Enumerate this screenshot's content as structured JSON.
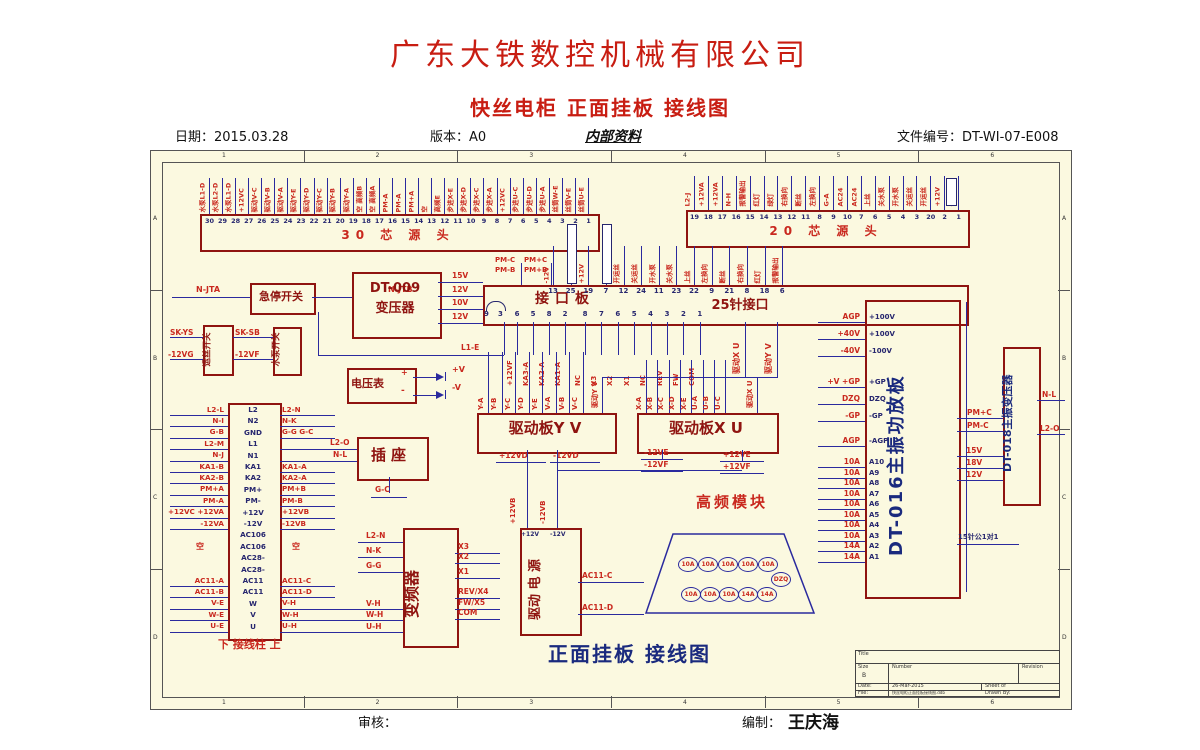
{
  "header": {
    "company": "广东大铁数控机械有限公司",
    "subtitle_strong": "快丝",
    "subtitle_rest": "电柜 正面挂板 接线图",
    "date": "日期：2015.03.28",
    "version": "版本：A0",
    "internal": "内部资料",
    "doc_no": "文件编号：DT-WI-07-E008"
  },
  "frame": {
    "top_zones": [
      "1",
      "2",
      "3",
      "4",
      "5",
      "6"
    ],
    "bottom_zones": [
      "1",
      "2",
      "3",
      "4",
      "5",
      "6"
    ],
    "side_zones": [
      "A",
      "B",
      "C",
      "D"
    ]
  },
  "conn30": {
    "title": "30 芯 源 头",
    "pins": [
      [
        "30",
        "水泵L1-D"
      ],
      [
        "29",
        "水泵L2-D"
      ],
      [
        "28",
        "水泵L1-D"
      ],
      [
        "27",
        "+12VC"
      ],
      [
        "26",
        "驱动V-C"
      ],
      [
        "25",
        "驱动V-B"
      ],
      [
        "24",
        "驱动V-A"
      ],
      [
        "23",
        "驱动Y-E"
      ],
      [
        "22",
        "驱动Y-D"
      ],
      [
        "21",
        "驱动Y-C"
      ],
      [
        "20",
        "驱动Y-B"
      ],
      [
        "19",
        "驱动Y-A"
      ],
      [
        "18",
        "空 高频B"
      ],
      [
        "17",
        "空 高频A"
      ],
      [
        "16",
        "PM-A"
      ],
      [
        "15",
        "PM-A"
      ],
      [
        "14",
        "PM+A"
      ],
      [
        "13",
        "空"
      ],
      [
        "12",
        "高频E"
      ],
      [
        "11",
        "步进X-E"
      ],
      [
        "10",
        "步进X-D"
      ],
      [
        "9",
        "步进X-C"
      ],
      [
        "8",
        "步进X-A"
      ],
      [
        "7",
        "+12VC"
      ],
      [
        "6",
        "步进U-C"
      ],
      [
        "5",
        "步进U-D"
      ],
      [
        "4",
        "步进U-A"
      ],
      [
        "3",
        "丝筒W-E"
      ],
      [
        "2",
        "丝筒V-E"
      ],
      [
        "1",
        "丝筒U-E"
      ]
    ]
  },
  "conn20": {
    "title": "20 芯 源 头",
    "pins": [
      [
        "19",
        "L2-J"
      ],
      [
        "18",
        "+12VA"
      ],
      [
        "17",
        "+12VA"
      ],
      [
        "16",
        "N-H"
      ],
      [
        "15",
        "报警输出"
      ],
      [
        "14",
        "红灯"
      ],
      [
        "13",
        "绿灯"
      ],
      [
        "12",
        "右换向"
      ],
      [
        "11",
        "断丝"
      ],
      [
        "8",
        "左换向"
      ],
      [
        "9",
        "G-A"
      ],
      [
        "10",
        "AC24"
      ],
      [
        "7",
        "AC24"
      ],
      [
        "6",
        "上丝"
      ],
      [
        "5",
        "关水泵"
      ],
      [
        "4",
        "开水泵"
      ],
      [
        "3",
        "关运丝"
      ],
      [
        "20",
        "开运丝"
      ],
      [
        "2",
        "+12V"
      ],
      [
        "1",
        "-12V"
      ]
    ]
  },
  "estop": {
    "label": "急停开关",
    "left": "N-JTA",
    "right": "N-JTB"
  },
  "dt009": {
    "name": "DT-009",
    "label": "变压器",
    "outputs": [
      "15V",
      "12V",
      "10V",
      "12V"
    ]
  },
  "sw_yunsi": {
    "label": "运丝开关",
    "in1": "SK-YS",
    "in2": "-12VG"
  },
  "sw_pump": {
    "label": "水泵开关",
    "in1": "SK-SB",
    "in2": "-12VF"
  },
  "voltmeter": {
    "label": "电压表",
    "plus": "+",
    "minus": "-",
    "out_plus": "+V",
    "out_minus": "-V"
  },
  "interface": {
    "label": "接口板",
    "label2": "25针接口",
    "pm_left": [
      "PM-C",
      "PM-B"
    ],
    "pm_right": [
      "PM+C",
      "PM+B"
    ],
    "top_pins": [
      [
        "13",
        "-12V"
      ],
      [
        "25",
        ""
      ],
      [
        "19",
        "+12V"
      ],
      [
        "7",
        ""
      ],
      [
        "12",
        "开运丝"
      ],
      [
        "24",
        "关运丝"
      ],
      [
        "11",
        "开水泵"
      ],
      [
        "23",
        "关水泵"
      ],
      [
        "22",
        "上丝"
      ],
      [
        "9",
        "左换向"
      ],
      [
        "21",
        "断丝"
      ],
      [
        "8",
        "右换向"
      ],
      [
        "18",
        "红灯"
      ],
      [
        "6",
        "报警输出"
      ]
    ],
    "bottom_loop_pins": [
      "9",
      "3"
    ],
    "l1e": "L1-E",
    "groupA": [
      [
        "6",
        "+12VF"
      ],
      [
        "5",
        "KA3-A"
      ],
      [
        "8",
        "KA2-A"
      ],
      [
        "2",
        "KA1-A"
      ]
    ],
    "groupB": [
      [
        "8",
        "NC"
      ],
      [
        "7",
        "X3"
      ],
      [
        "6",
        "X2"
      ],
      [
        "5",
        "X1"
      ],
      [
        "4",
        "NC"
      ],
      [
        "3",
        "REV"
      ],
      [
        "2",
        "FW"
      ],
      [
        "1",
        "COM"
      ]
    ],
    "links": [
      "驱动X U",
      "驱动Y V"
    ]
  },
  "terminal": {
    "caption": "下 接线柱 上",
    "centers": [
      "L2",
      "N2",
      "GND",
      "L1",
      "N1",
      "KA1",
      "KA2",
      "PM+",
      "PM-",
      "+12V",
      "-12V",
      "AC106",
      "AC106",
      "AC28-",
      "AC28-",
      "AC11",
      "AC11",
      "W",
      "V",
      "U"
    ],
    "left": [
      "L2-L",
      "N-I",
      "G-B",
      "L2-M",
      "N-J",
      "KA1-B",
      "KA2-B",
      "PM+A",
      "PM-A",
      "+12VC +12VA",
      "-12VA",
      "",
      "空",
      "",
      "",
      "AC11-A",
      "AC11-B",
      "V-E",
      "W-E",
      "U-E"
    ],
    "right": [
      "L2-N",
      "N-K",
      "G-G  G-C",
      "",
      "",
      "KA1-A",
      "KA2-A",
      "PM+B",
      "PM-B",
      "+12VB",
      "-12VB",
      "",
      "空",
      "",
      "",
      "AC11-C",
      "AC11-D",
      "V-H",
      "W-H",
      "U-H"
    ]
  },
  "socket": {
    "label": "插座",
    "in1": "L2-O",
    "in2": "N-L",
    "gnd": "G-C"
  },
  "board_yv": {
    "label": "驱动板Y V",
    "pins": [
      "Y-A",
      "Y-B",
      "Y-C",
      "Y-D",
      "Y-E",
      "V-A",
      "V-B",
      "V-C"
    ],
    "link": "驱动Y V",
    "below_left": "+12VD",
    "below_right": "-12VD"
  },
  "board_xu": {
    "label": "驱动板X U",
    "pins": [
      "X-A",
      "X-B",
      "X-C",
      "X-D",
      "X-E",
      "U-A",
      "U-B",
      "U-C"
    ],
    "link": "驱动X U",
    "below_left": [
      "-12VE",
      "-12VF"
    ],
    "below_right": [
      "+12VE",
      "+12VF"
    ]
  },
  "psu": {
    "label": "驱动 电 源",
    "top": [
      "+12V",
      "-12V"
    ],
    "feeds": [
      "+12VB",
      "-12VB"
    ],
    "right": [
      "AC11-C",
      "AC11-D"
    ]
  },
  "inverter": {
    "label": "变频器",
    "left_top": [
      "L2-N",
      "N-K",
      "G-G"
    ],
    "left_bottom": [
      "V-H",
      "W-H",
      "U-H"
    ],
    "right": [
      "X3",
      "X2",
      "X1",
      "REV/X4",
      "FW/X5",
      "COM"
    ]
  },
  "hf": {
    "label": "高频模块",
    "top_row": [
      "10A",
      "10A",
      "10A",
      "10A",
      "10A"
    ],
    "side": "DZQ",
    "bottom_row": [
      "10A",
      "10A",
      "10A",
      "14A",
      "14A"
    ]
  },
  "dt016": {
    "title": "DT-016主振功放板",
    "left_out": [
      "AGP",
      "+40V",
      "-40V",
      "+V +GP",
      "DZQ",
      "-GP",
      "AGP",
      "10A",
      "10A",
      "10A",
      "10A",
      "10A",
      "10A",
      "10A",
      "10A",
      "14A",
      "14A"
    ],
    "left_in": [
      "+100V",
      "+100V",
      "-100V",
      "+GP",
      "DZQ",
      "-GP",
      "-AGP",
      "A10",
      "A9",
      "A8",
      "A7",
      "A6",
      "A5",
      "A4",
      "A3",
      "A2",
      "A1"
    ],
    "right_pm": [
      "PM+C",
      "PM-C"
    ],
    "right_v": [
      "15V",
      "18V",
      "12V"
    ],
    "note": "15针公1对1"
  },
  "dt018": {
    "title": "DT-018主振变压器",
    "out1": "N-L",
    "out2": "L2-O"
  },
  "caption": "正面挂板 接线图",
  "titleblock": {
    "title_label": "Title",
    "size_label": "Size",
    "size": "B",
    "number_label": "Number",
    "revision_label": "Revision",
    "date_label": "Date:",
    "date": "26-Mar-2015",
    "sheet_label": "Sheet  of",
    "file_label": "File:",
    "file": "快丝电柜正面挂板接线图.ddb",
    "drawn_label": "Drawn By:"
  },
  "footer": {
    "review": "审核：",
    "author_label": "编制：",
    "author": "王庆海"
  }
}
